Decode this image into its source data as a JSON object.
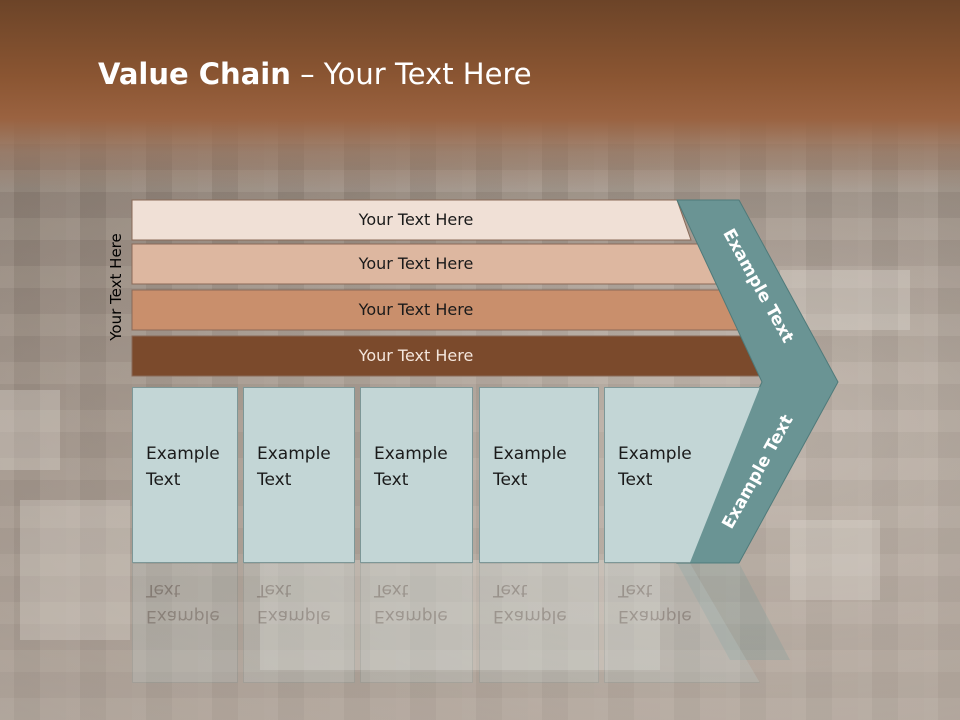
{
  "title": {
    "bold": "Value Chain",
    "rest": " – Your Text Here"
  },
  "side_label": "Your Text Here",
  "bars": [
    {
      "label": "Your Text Here",
      "fill": "#f0e0d6"
    },
    {
      "label": "Your Text Here",
      "fill": "#ddb7a0"
    },
    {
      "label": "Your Text Here",
      "fill": "#c98f6c"
    },
    {
      "label": "Your Text Here",
      "fill": "#7b4a2c"
    }
  ],
  "boxes": [
    {
      "line1": "Example",
      "line2": "Text"
    },
    {
      "line1": "Example",
      "line2": "Text"
    },
    {
      "line1": "Example",
      "line2": "Text"
    },
    {
      "line1": "Example",
      "line2": "Text"
    },
    {
      "line1": "Example",
      "line2": "Text"
    }
  ],
  "arrow": {
    "top_label": "Example Text",
    "bottom_label": "Example Text",
    "fill": "#6a9494"
  },
  "colors": {
    "header": "#8a5532",
    "box_fill": "#c3d6d6"
  }
}
